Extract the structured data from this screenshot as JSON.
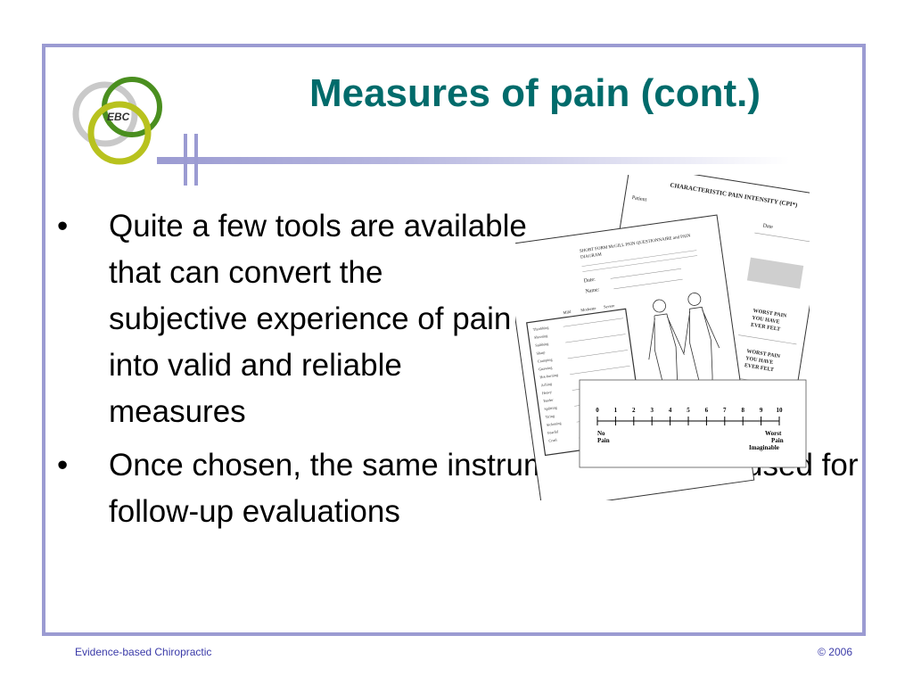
{
  "slide": {
    "title": "Measures of pain (cont.)",
    "logo_text": "EBC",
    "bullets": [
      "Quite a few tools are available that can convert the subjective experience of pain into valid and reliable measures",
      "Once chosen, the same instrument should be used for follow-up evaluations"
    ],
    "bullet_symbol": "•"
  },
  "figure": {
    "back_form": {
      "heading": "CHARACTERISTIC PAIN INTENSITY (CPI*)",
      "patient_label": "Patient",
      "date_label": "Date",
      "right_texts": [
        "WORST PAIN",
        "YOU HAVE",
        "EVER FELT",
        "WORST PAIN",
        "YOU HAVE",
        "EVER FELT"
      ]
    },
    "middle_form": {
      "heading_lines": [
        "SHORT FORM McGILL PAIN QUESTIONNAIRE and PAIN",
        "DIAGRAM"
      ],
      "date_label": "Date:",
      "name_label": "Name:",
      "columns": [
        "Mild",
        "Moderate",
        "Severe"
      ],
      "items": [
        "Throbbing",
        "Shooting",
        "Stabbing",
        "Sharp",
        "Cramping",
        "Gnawing",
        "Hot-burning",
        "Aching",
        "Heavy",
        "Tender",
        "Splitting",
        "Tiring",
        "Sickening",
        "Fearful",
        "Cruel"
      ]
    },
    "scale_card": {
      "ticks": [
        "0",
        "1",
        "2",
        "3",
        "4",
        "5",
        "6",
        "7",
        "8",
        "9",
        "10"
      ],
      "left_label_1": "No",
      "left_label_2": "Pain",
      "right_label_1": "Worst",
      "right_label_2": "Pain",
      "right_label_3": "Imaginable"
    }
  },
  "footer": {
    "left": "Evidence-based Chiropractic",
    "right": "© 2006"
  },
  "colors": {
    "title": "#006b6b",
    "frame": "#9b9bd2",
    "footer_text": "#3a3aa8",
    "logo_green": "#4a8f1f",
    "logo_yellow": "#b8c21e",
    "logo_gray": "#bdbdbd"
  }
}
